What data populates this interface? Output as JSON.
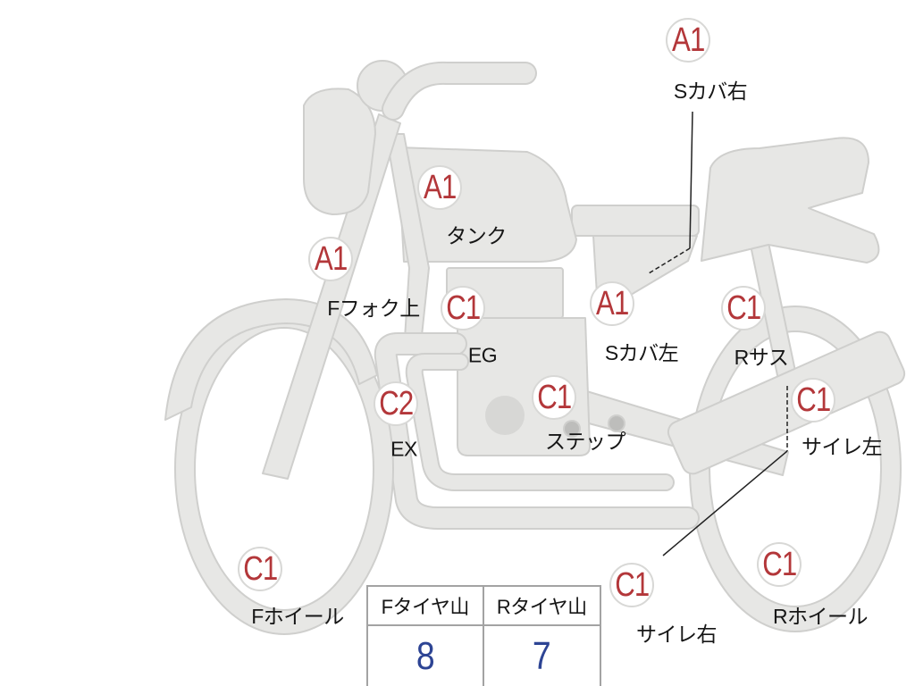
{
  "badges": [
    {
      "grade": "A1",
      "label": "Sカバ右"
    },
    {
      "grade": "A1",
      "label": "タンク"
    },
    {
      "grade": "A1",
      "label": "Fフォク上"
    },
    {
      "grade": "C1",
      "label": "EG"
    },
    {
      "grade": "A1",
      "label": "Sカバ左"
    },
    {
      "grade": "C1",
      "label": "Rサス"
    },
    {
      "grade": "C2",
      "label": "EX"
    },
    {
      "grade": "C1",
      "label": "ステップ"
    },
    {
      "grade": "C1",
      "label": "サイレ左"
    },
    {
      "grade": "C1",
      "label": "Fホイール"
    },
    {
      "grade": "C1",
      "label": "サイレ右"
    },
    {
      "grade": "C1",
      "label": "Rホイール"
    }
  ],
  "tire_table": {
    "headers": [
      "Fタイヤ山",
      "Rタイヤ山"
    ],
    "values": [
      "8",
      "7"
    ]
  },
  "colors": {
    "grade_text": "#b3373a",
    "tire_value_text": "#2d4494",
    "bike_fill": "#e7e7e5",
    "bike_outline": "#cfcfcd"
  }
}
